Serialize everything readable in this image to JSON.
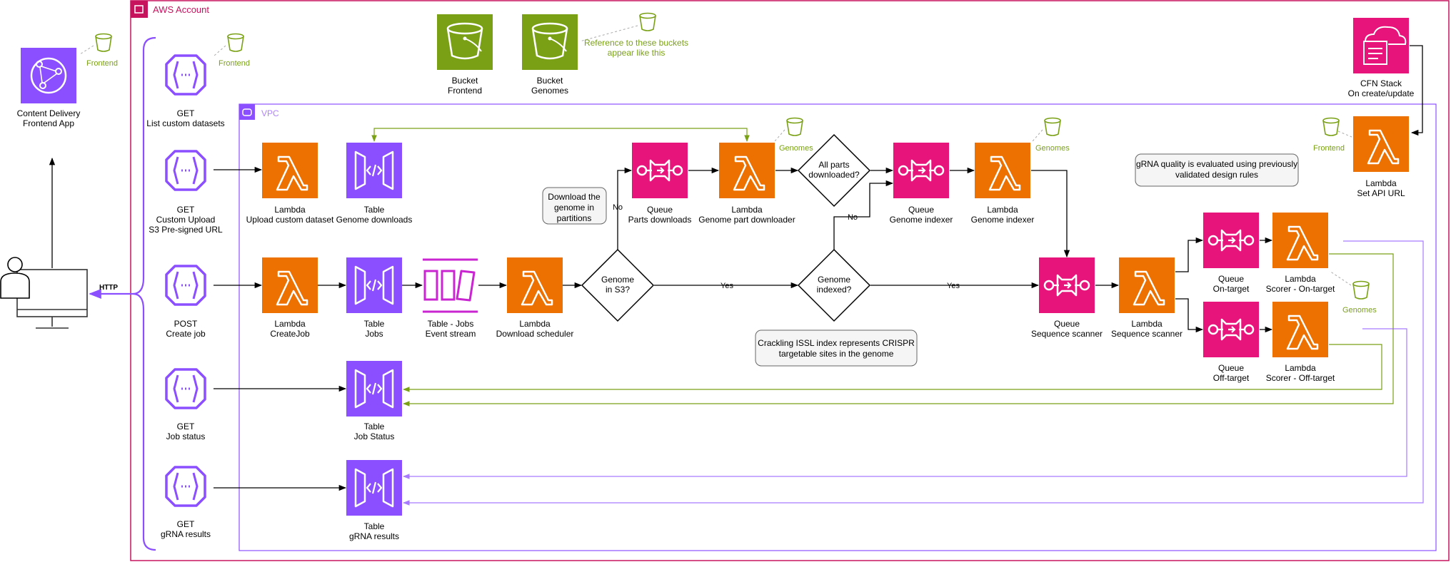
{
  "account": {
    "title": "AWS Account"
  },
  "vpc": {
    "title": "VPC"
  },
  "legend": {
    "text_line1": "Reference to these buckets",
    "text_line2": "appear like this"
  },
  "colors": {
    "lambda": "#ED7100",
    "table": "#8C4FFF",
    "queue": "#E7157B",
    "bucket": "#7AA116",
    "account_border": "#C7135E",
    "vpc_border": "#8C4FFF",
    "bucket_ref": "#7AA116"
  },
  "client": {
    "arrow_label": "HTTP"
  },
  "cdn": {
    "line1": "Content Delivery",
    "line2": "Frontend App",
    "ref": "Frontend"
  },
  "buckets": [
    {
      "line1": "Bucket",
      "line2": "Frontend"
    },
    {
      "line1": "Bucket",
      "line2": "Genomes"
    }
  ],
  "cfn": {
    "line1": "CFN Stack",
    "line2": "On create/update"
  },
  "api": [
    {
      "method": "GET",
      "line2": "List custom datasets",
      "line3": "",
      "ref": "Frontend"
    },
    {
      "method": "GET",
      "line2": "Custom Upload",
      "line3": "S3 Pre-signed URL",
      "ref": ""
    },
    {
      "method": "POST",
      "line2": "Create job",
      "line3": "",
      "ref": ""
    },
    {
      "method": "GET",
      "line2": "Job status",
      "line3": "",
      "ref": ""
    },
    {
      "method": "GET",
      "line2": "gRNA results",
      "line3": "",
      "ref": ""
    }
  ],
  "lambdas": {
    "upload_custom": {
      "line1": "Lambda",
      "line2": "Upload custom dataset"
    },
    "create_job": {
      "line1": "Lambda",
      "line2": "CreateJob"
    },
    "download_scheduler": {
      "line1": "Lambda",
      "line2": "Download scheduler"
    },
    "part_downloader": {
      "line1": "Lambda",
      "line2": "Genome part downloader",
      "ref": "Genomes"
    },
    "genome_indexer": {
      "line1": "Lambda",
      "line2": "Genome indexer",
      "ref": "Genomes"
    },
    "sequence_scanner": {
      "line1": "Lambda",
      "line2": "Sequence scanner"
    },
    "scorer_on": {
      "line1": "Lambda",
      "line2": "Scorer - On-target"
    },
    "scorer_off": {
      "line1": "Lambda",
      "line2": "Scorer - Off-target",
      "ref": "Genomes"
    },
    "set_api_url": {
      "line1": "Lambda",
      "line2": "Set API URL",
      "ref": "Frontend"
    }
  },
  "tables": {
    "genome_downloads": {
      "line1": "Table",
      "line2": "Genome downloads"
    },
    "jobs": {
      "line1": "Table",
      "line2": "Jobs"
    },
    "job_status": {
      "line1": "Table",
      "line2": "Job Status"
    },
    "grna_results": {
      "line1": "Table",
      "line2": "gRNA results"
    }
  },
  "stream": {
    "line1": "Table - Jobs",
    "line2": "Event stream"
  },
  "queues": {
    "parts_downloads": {
      "line1": "Queue",
      "line2": "Parts downloads"
    },
    "genome_indexer": {
      "line1": "Queue",
      "line2": "Genome indexer"
    },
    "sequence_scanner": {
      "line1": "Queue",
      "line2": "Sequence scanner"
    },
    "on_target": {
      "line1": "Queue",
      "line2": "On-target"
    },
    "off_target": {
      "line1": "Queue",
      "line2": "Off-target"
    }
  },
  "decisions": {
    "genome_in_s3": {
      "line1": "Genome",
      "line2": "in S3?"
    },
    "all_parts": {
      "line1": "All parts",
      "line2": "downloaded?"
    },
    "genome_indexed": {
      "line1": "Genome",
      "line2": "indexed?"
    }
  },
  "edge_labels": {
    "no_s3": "No",
    "yes_s3": "Yes",
    "no_indexed": "No",
    "yes_indexed": "Yes"
  },
  "notes": {
    "download": [
      "Download the",
      "genome in",
      "partitions"
    ],
    "crackling": [
      "Crackling ISSL index represents CRISPR",
      "targetable sites in the genome"
    ],
    "grna": [
      "gRNA quality is evaluated using previously",
      "validated design rules"
    ]
  }
}
